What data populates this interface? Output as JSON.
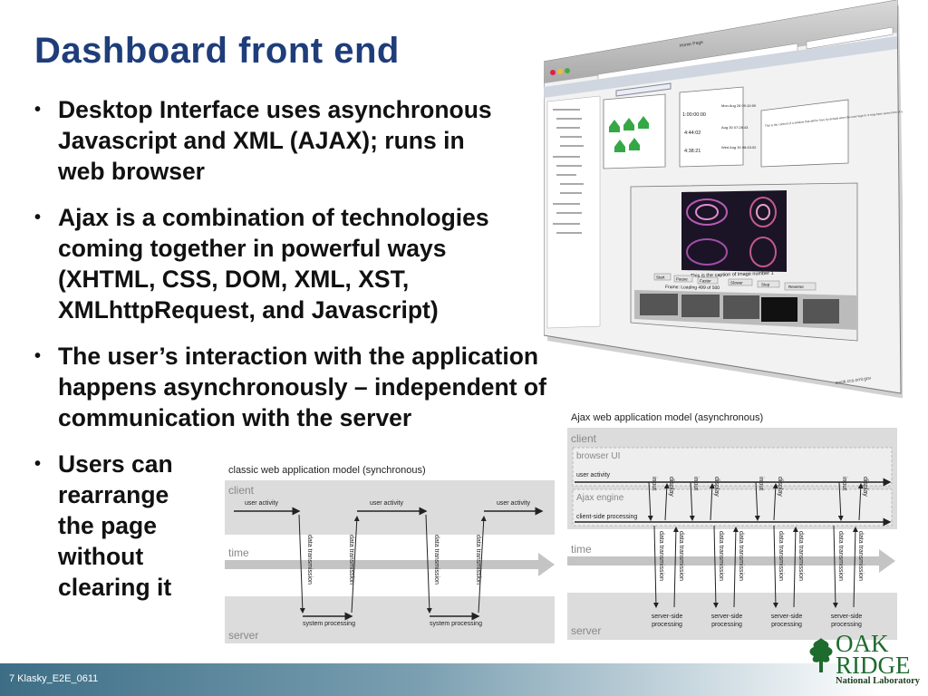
{
  "slide": {
    "title": "Dashboard front end",
    "bullets": [
      "Desktop Interface uses asynchronous\nJavascript and XML (AJAX); runs in\nweb browser",
      "Ajax is a combination of technologies\ncoming together in powerful ways\n(XHTML, CSS, DOM, XML, XST,\nXMLhttpRequest, and Javascript)",
      "The user’s interaction with the application\nhappens asynchronously – independent of\ncommunication with the server",
      "Users can\nrearrange\nthe page\nwithout\nclearing it"
    ],
    "footer": "7 Klasky_E2E_0611"
  },
  "logo": {
    "name_line1": "OAK",
    "name_line2": "RIDGE",
    "subtitle": "National Laboratory"
  },
  "colors": {
    "title": "#1f3d7a",
    "footer_bar": "#3d6e86",
    "logo_green": "#1e6b2e"
  },
  "screenshot": {
    "window_title": "Home Page",
    "toolbar_buttons": [
      "Start",
      "Pause",
      "Faster",
      "Slower",
      "Step",
      "Reverse"
    ],
    "caption": "This is the caption of image number 1",
    "frame_text": "Frame:  Loading 499 of 500",
    "window_content": "This is the content of a window that will be here by default when the user logs in. It may have some form of user text. There may be a couple of other default windows.",
    "times": [
      "1:00:00:00",
      "4:44:02",
      "4:38:21"
    ],
    "dates": [
      "Mon Aug 28 09:10:59",
      "Aug 30 07:28:43",
      "Wed Aug 30 08:43:02"
    ],
    "status_url": "ewok.ccs.ornl.gov"
  },
  "classic_diagram": {
    "title": "classic web application model (synchronous)",
    "client": "client",
    "time": "time",
    "server": "server",
    "user_activity": "user activity",
    "data_transmission": "data transmission",
    "system_processing": "system processing"
  },
  "ajax_diagram": {
    "title": "Ajax web application model (asynchronous)",
    "client": "client",
    "browser_ui": "browser UI",
    "user_activity": "user activity",
    "ajax_engine": "Ajax engine",
    "client_side_processing": "client-side processing",
    "input": "input",
    "display": "display",
    "time": "time",
    "data_transmission": "data transmission",
    "server_side_processing_1": "server-side",
    "server_side_processing_2": "processing",
    "server": "server"
  }
}
